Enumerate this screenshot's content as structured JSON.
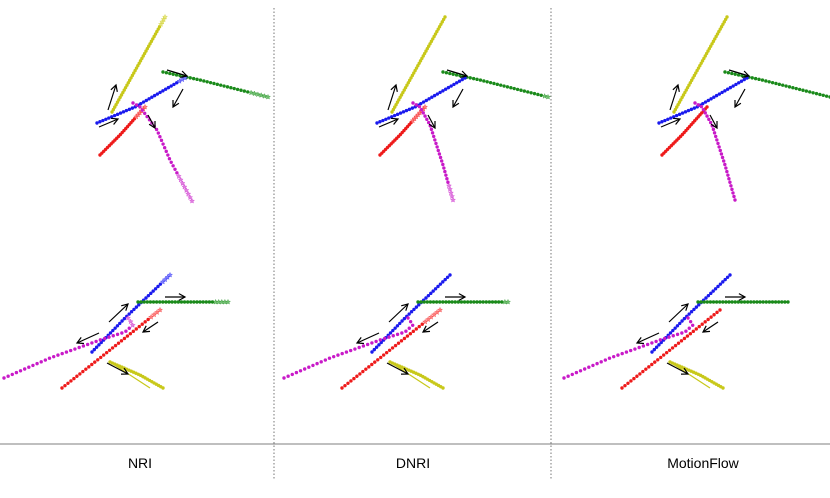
{
  "panels": [
    {
      "label": "NRI"
    },
    {
      "label": "DNRI"
    },
    {
      "label": "MotionFlow"
    }
  ],
  "colors": {
    "yellow": "#c8c81a",
    "green": "#1a8a1a",
    "blue": "#1a1aee",
    "red": "#ee1a1a",
    "magenta": "#c81ac8",
    "arrow": "#000000",
    "divider": "#555555"
  },
  "icons": {
    "trajectory-point": "dot-marker",
    "prediction-point": "star-marker",
    "direction": "arrow-icon"
  }
}
